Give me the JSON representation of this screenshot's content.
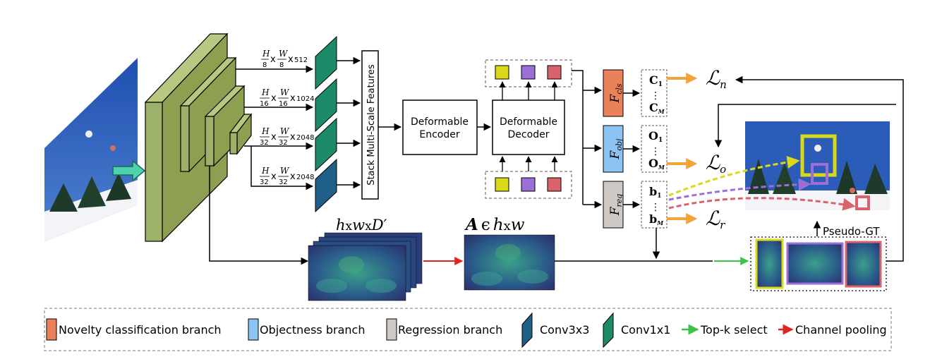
{
  "backbone_outputs": {
    "scale1": {
      "num_h": "H",
      "den_h": "8",
      "num_w": "W",
      "den_w": "8",
      "channels": "512"
    },
    "scale2": {
      "num_h": "H",
      "den_h": "16",
      "num_w": "W",
      "den_w": "16",
      "channels": "1024"
    },
    "scale3": {
      "num_h": "H",
      "den_h": "32",
      "num_w": "W",
      "den_w": "32",
      "channels": "2048"
    },
    "scale4": {
      "num_h": "H",
      "den_h": "32",
      "num_w": "W",
      "den_w": "32",
      "channels": "2048"
    },
    "times": "x"
  },
  "stack_label": "Stack Multi-Scale Features",
  "encoder_label": [
    "Deformable",
    "Encoder"
  ],
  "decoder_label": [
    "Deformable",
    "Decoder"
  ],
  "query_colors": {
    "yellow": "#d9d919",
    "purple": "#9b6fd6",
    "red": "#d9626b"
  },
  "heads": {
    "cls": {
      "symbol": "F",
      "subscript": "cls",
      "color": "#e9825b"
    },
    "obj": {
      "symbol": "F",
      "subscript": "obj",
      "color": "#8cc3f2"
    },
    "reg": {
      "symbol": "F",
      "subscript": "reg",
      "color": "#cfc9c6"
    }
  },
  "outputs": {
    "cls": {
      "top": "C",
      "top_sub": "1",
      "bottom": "C",
      "bottom_sub": "M",
      "dots": "⋮"
    },
    "obj": {
      "top": "O",
      "top_sub": "1",
      "bottom": "O",
      "bottom_sub": "M",
      "dots": "⋮"
    },
    "reg": {
      "top": "b",
      "top_sub": "1",
      "bottom": "b",
      "bottom_sub": "M",
      "dots": "⋮"
    }
  },
  "losses": {
    "n": {
      "symbol": "ℒ",
      "sub": "n"
    },
    "o": {
      "symbol": "ℒ",
      "sub": "o"
    },
    "r": {
      "symbol": "ℒ",
      "sub": "r"
    }
  },
  "feature_map_label": {
    "h": "h",
    "x1": "x",
    "w": "w",
    "x2": "x",
    "d": "D′"
  },
  "attention_label": {
    "a": "A",
    "in": "ϵ",
    "h": "h",
    "x": "x",
    "w": "w"
  },
  "pseudo_gt_label": "Pseudo-GT",
  "legend": {
    "items": [
      {
        "label": "Novelty classification branch",
        "color": "#e9825b"
      },
      {
        "label": "Objectness branch",
        "color": "#8cc3f2"
      },
      {
        "label": "Regression branch",
        "color": "#cfc9c6"
      },
      {
        "label": "Conv3x3",
        "color": "#1f5f88"
      },
      {
        "label": "Conv1x1",
        "color": "#1d8a6a"
      },
      {
        "label": "Top-k select",
        "color": "#3cc44a"
      },
      {
        "label": "Channel pooling",
        "color": "#e3231f"
      }
    ]
  },
  "colors": {
    "backbone": "#9eb16a",
    "backbone_dark": "#6f7f3f",
    "conv1x1": "#1d8a6a",
    "conv3x3": "#1f5f88",
    "sky": "#2b5cb8",
    "input_arrow": "#4fd1b0",
    "loss_arrow": "#f2a43a",
    "heat": "#2a5a8a"
  }
}
